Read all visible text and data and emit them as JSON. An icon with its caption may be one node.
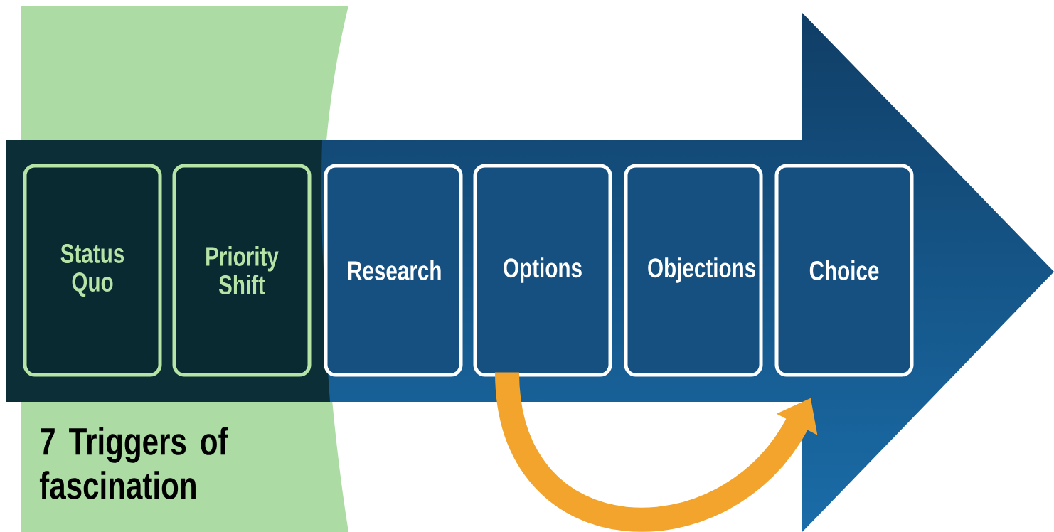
{
  "diagram": {
    "nodes": [
      {
        "text": [
          "Status Quo"
        ]
      },
      {
        "text": [
          "Priority Shift"
        ]
      },
      {
        "text": [
          "Research"
        ]
      },
      {
        "text": [
          "Options"
        ]
      },
      {
        "text": [
          "Objections"
        ]
      },
      {
        "text": [
          "Choice"
        ]
      }
    ],
    "edges": [
      {
        "from": 3,
        "to": 5,
        "arrow": "to"
      }
    ],
    "labels": [
      "7 Triggers of fascination"
    ]
  }
}
